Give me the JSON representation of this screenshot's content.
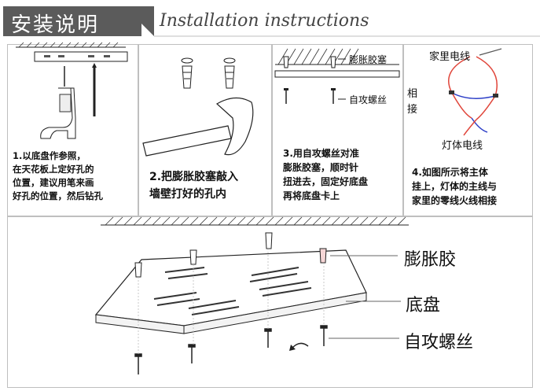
{
  "header": {
    "title_cn": "安装说明",
    "title_en": "Installation instructions"
  },
  "steps": [
    {
      "text": "1.以底盘作参照，\n在天花板上定好孔的\n位置，建议用笔来画\n好孔的位置，然后钻孔"
    },
    {
      "text": "2.把膨胀胶塞敲入\n墙壁打好的孔内"
    },
    {
      "text": "3.用自攻螺丝对准\n膨胀胶塞，顺时针\n扭进去，固定好底盘\n再将底盘卡上"
    },
    {
      "text": "4.如图所示将主体\n挂上，灯体的主线与\n家里的零线火线相接"
    }
  ],
  "step3_labels": {
    "anchor": "膨胀胶塞",
    "screw": "自攻螺丝"
  },
  "step4_labels": {
    "home_wire": "家里电线",
    "connect": "相\n接",
    "lamp_wire": "灯体电线"
  },
  "main_labels": {
    "anchor": "膨胀胶",
    "base": "底盘",
    "screw": "自攻螺丝"
  },
  "colors": {
    "title_bg": "#5b5b5b",
    "border": "#bfbfbf",
    "wire_red": "#e0453a",
    "wire_blue": "#2d3fc7"
  }
}
